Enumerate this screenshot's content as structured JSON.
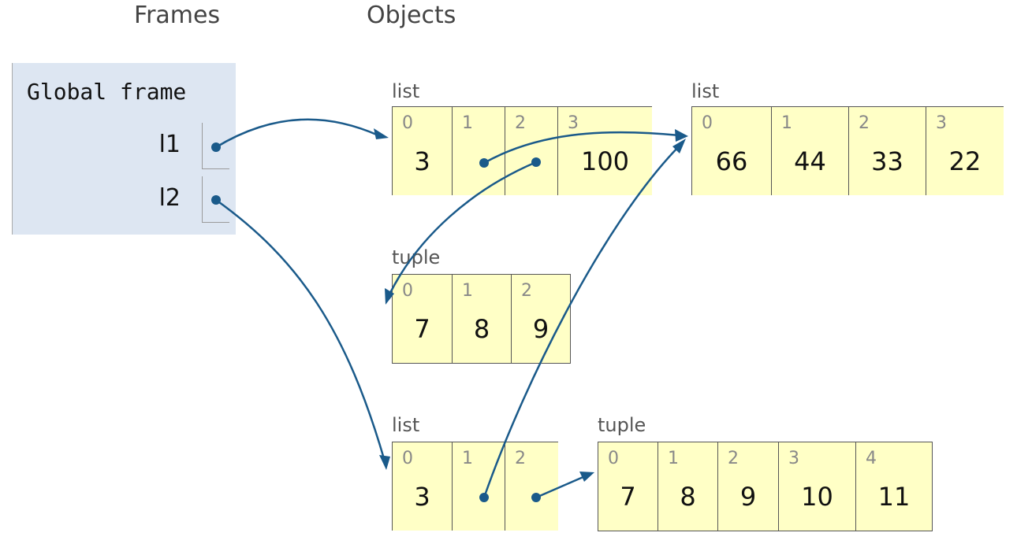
{
  "headings": {
    "frames": "Frames",
    "objects": "Objects"
  },
  "global_frame": {
    "title": "Global frame",
    "variables": [
      {
        "name": "l1"
      },
      {
        "name": "l2"
      }
    ]
  },
  "objects": {
    "list_a": {
      "type_label": "list",
      "cells": [
        {
          "index": "0",
          "value": "3"
        },
        {
          "index": "1",
          "value": ""
        },
        {
          "index": "2",
          "value": ""
        },
        {
          "index": "3",
          "value": "100"
        }
      ]
    },
    "list_b": {
      "type_label": "list",
      "cells": [
        {
          "index": "0",
          "value": "66"
        },
        {
          "index": "1",
          "value": "44"
        },
        {
          "index": "2",
          "value": "33"
        },
        {
          "index": "3",
          "value": "22"
        }
      ]
    },
    "tuple_a": {
      "type_label": "tuple",
      "cells": [
        {
          "index": "0",
          "value": "7"
        },
        {
          "index": "1",
          "value": "8"
        },
        {
          "index": "2",
          "value": "9"
        }
      ]
    },
    "list_c": {
      "type_label": "list",
      "cells": [
        {
          "index": "0",
          "value": "3"
        },
        {
          "index": "1",
          "value": ""
        },
        {
          "index": "2",
          "value": ""
        }
      ]
    },
    "tuple_b": {
      "type_label": "tuple",
      "cells": [
        {
          "index": "0",
          "value": "7"
        },
        {
          "index": "1",
          "value": "8"
        },
        {
          "index": "2",
          "value": "9"
        },
        {
          "index": "3",
          "value": "10"
        },
        {
          "index": "4",
          "value": "11"
        }
      ]
    }
  },
  "references": [
    {
      "from": "l1",
      "to": "list_a"
    },
    {
      "from": "l2",
      "to": "list_c"
    },
    {
      "from": "list_a[1]",
      "to": "list_b"
    },
    {
      "from": "list_a[2]",
      "to": "tuple_a"
    },
    {
      "from": "list_c[1]",
      "to": "list_b"
    },
    {
      "from": "list_c[2]",
      "to": "tuple_b"
    }
  ],
  "colors": {
    "frame_bg": "#dde6f2",
    "cell_bg": "#ffffc6",
    "pointer": "#1a5a8a"
  }
}
